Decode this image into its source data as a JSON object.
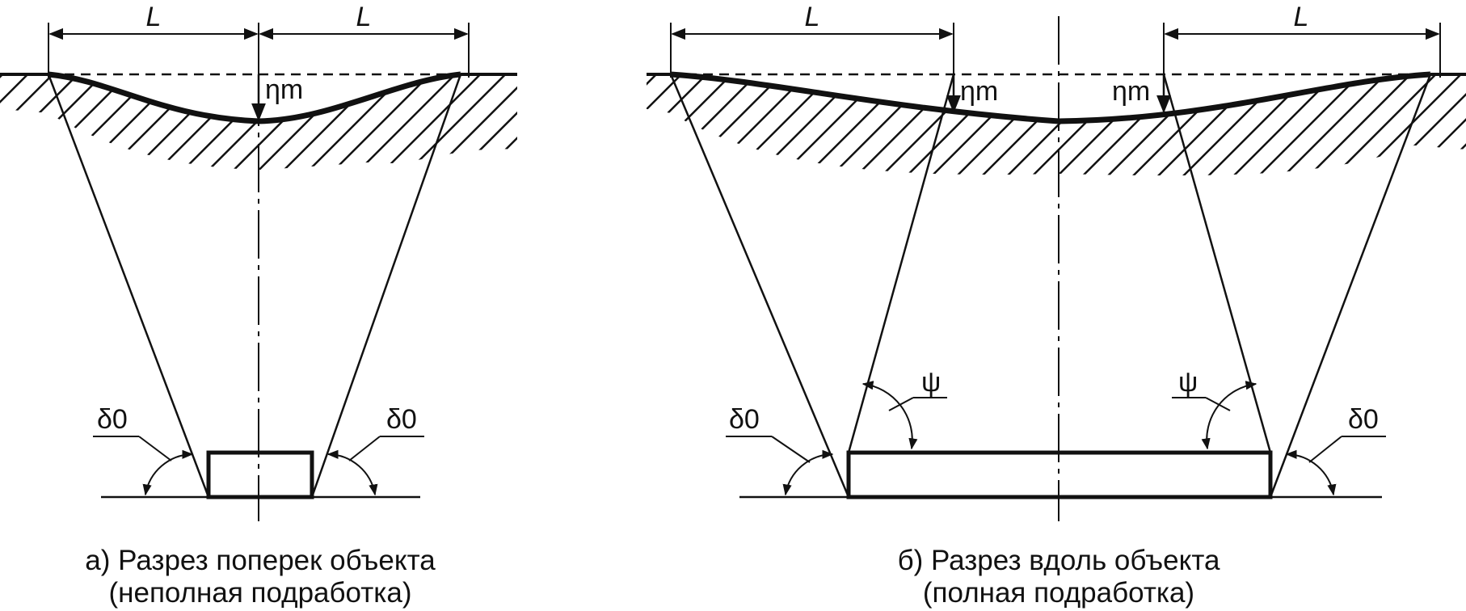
{
  "panel_a": {
    "dim_left": "L",
    "dim_right": "L",
    "subsidence": "ηm",
    "angle_left": "δ0",
    "angle_right": "δ0",
    "caption_line1": "а) Разрез поперек объекта",
    "caption_line2": "(неполная подработка)"
  },
  "panel_b": {
    "dim_left": "L",
    "dim_right": "L",
    "subsidence_left": "ηm",
    "subsidence_right": "ηm",
    "angle_left": "δ0",
    "angle_right": "δ0",
    "psi_left": "ψ",
    "psi_right": "ψ",
    "caption_line1": "б) Разрез вдоль объекта",
    "caption_line2": "(полная подработка)"
  }
}
